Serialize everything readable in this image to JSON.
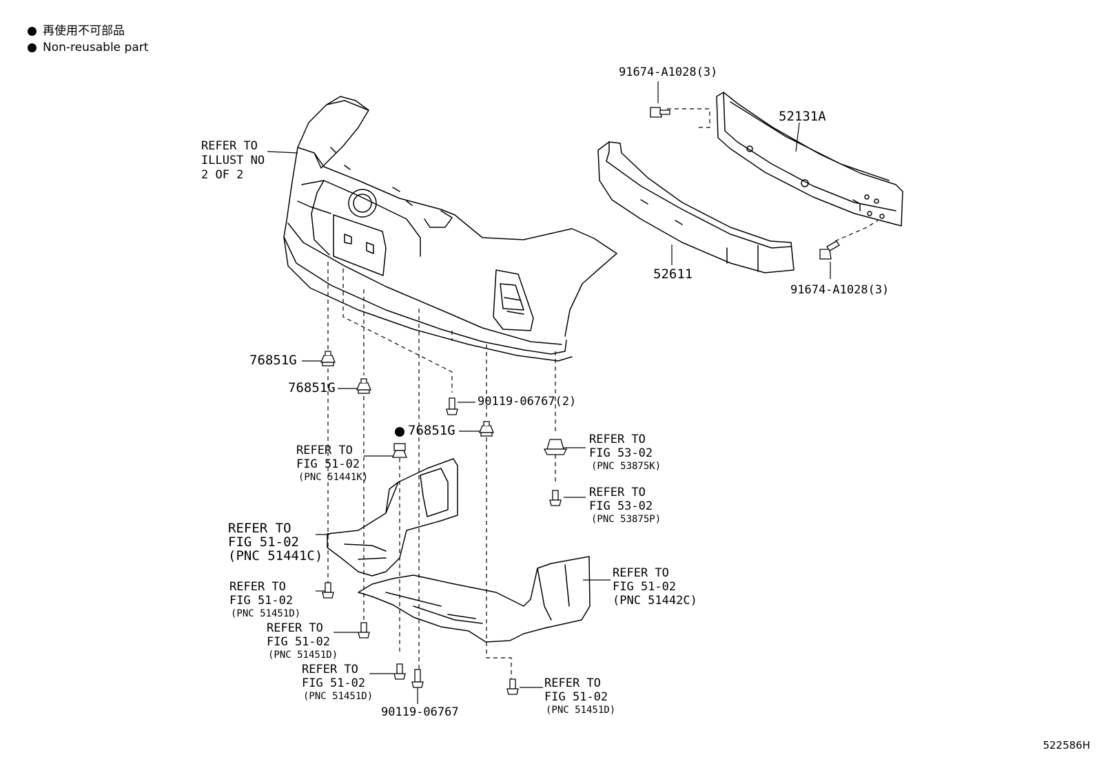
{
  "legend": {
    "jp": "再使用不可部品",
    "en": "Non-reusable part"
  },
  "illustration_id": "522586H",
  "callouts": {
    "refer_bumper": [
      "REFER TO",
      "ILLUST NO",
      "2 OF 2"
    ],
    "bolt_top": "91674-A1028(3)",
    "bolt_bottom": "91674-A1028(3)",
    "reinforcement": "52131A",
    "absorber": "52611",
    "clip_a": "76851G",
    "clip_b": "76851G",
    "clip_c": "76851G",
    "screw_upper": "90119-06767(2)",
    "screw_lower": "90119-06767",
    "ref_51441k": [
      "REFER TO",
      "FIG 51-02",
      "(PNC 51441K)"
    ],
    "ref_53875k": [
      "REFER TO",
      "FIG 53-02",
      "(PNC 53875K)"
    ],
    "ref_53875p": [
      "REFER TO",
      "FIG 53-02",
      "(PNC 53875P)"
    ],
    "ref_51441c": [
      "REFER TO",
      "FIG 51-02",
      "(PNC 51441C)"
    ],
    "ref_51442c": [
      "REFER TO",
      "FIG 51-02",
      "(PNC 51442C)"
    ],
    "ref_51451d_1": [
      "REFER TO",
      "FIG 51-02",
      "(PNC 51451D)"
    ],
    "ref_51451d_2": [
      "REFER TO",
      "FIG 51-02",
      "(PNC 51451D)"
    ],
    "ref_51451d_3": [
      "REFER TO",
      "FIG 51-02",
      "(PNC 51451D)"
    ],
    "ref_51451d_4": [
      "REFER TO",
      "FIG 51-02",
      "(PNC 51451D)"
    ]
  }
}
